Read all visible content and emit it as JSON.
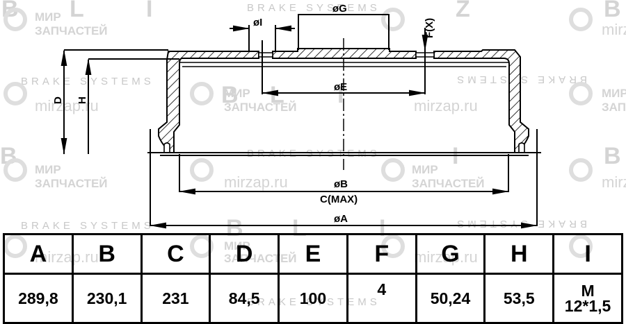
{
  "watermarks": {
    "brand_letters": [
      "B",
      "L",
      "I",
      "T",
      "Z"
    ],
    "tagline": "BRAKE SYSTEMS",
    "shop_name_line1": "МИР",
    "shop_name_line2": "ЗАПЧАСТЕЙ",
    "shop_url": "mirzap.ru"
  },
  "drawing": {
    "labels": {
      "dia_g": "øG",
      "dia_i": "øI",
      "f_x": "F(X)",
      "dia_e": "øE",
      "d": "D",
      "h": "H",
      "dia_b": "øB",
      "c_max": "C(MAX)",
      "dia_a": "øA"
    }
  },
  "table": {
    "headers": [
      "A",
      "B",
      "C",
      "D",
      "E",
      "F",
      "G",
      "H",
      "I"
    ],
    "values": [
      "289,8",
      "230,1",
      "231",
      "84,5",
      "100",
      "4",
      "50,24",
      "53,5",
      "M\n12*1,5"
    ],
    "value_i_line1": "M",
    "value_i_line2": "12*1,5"
  }
}
